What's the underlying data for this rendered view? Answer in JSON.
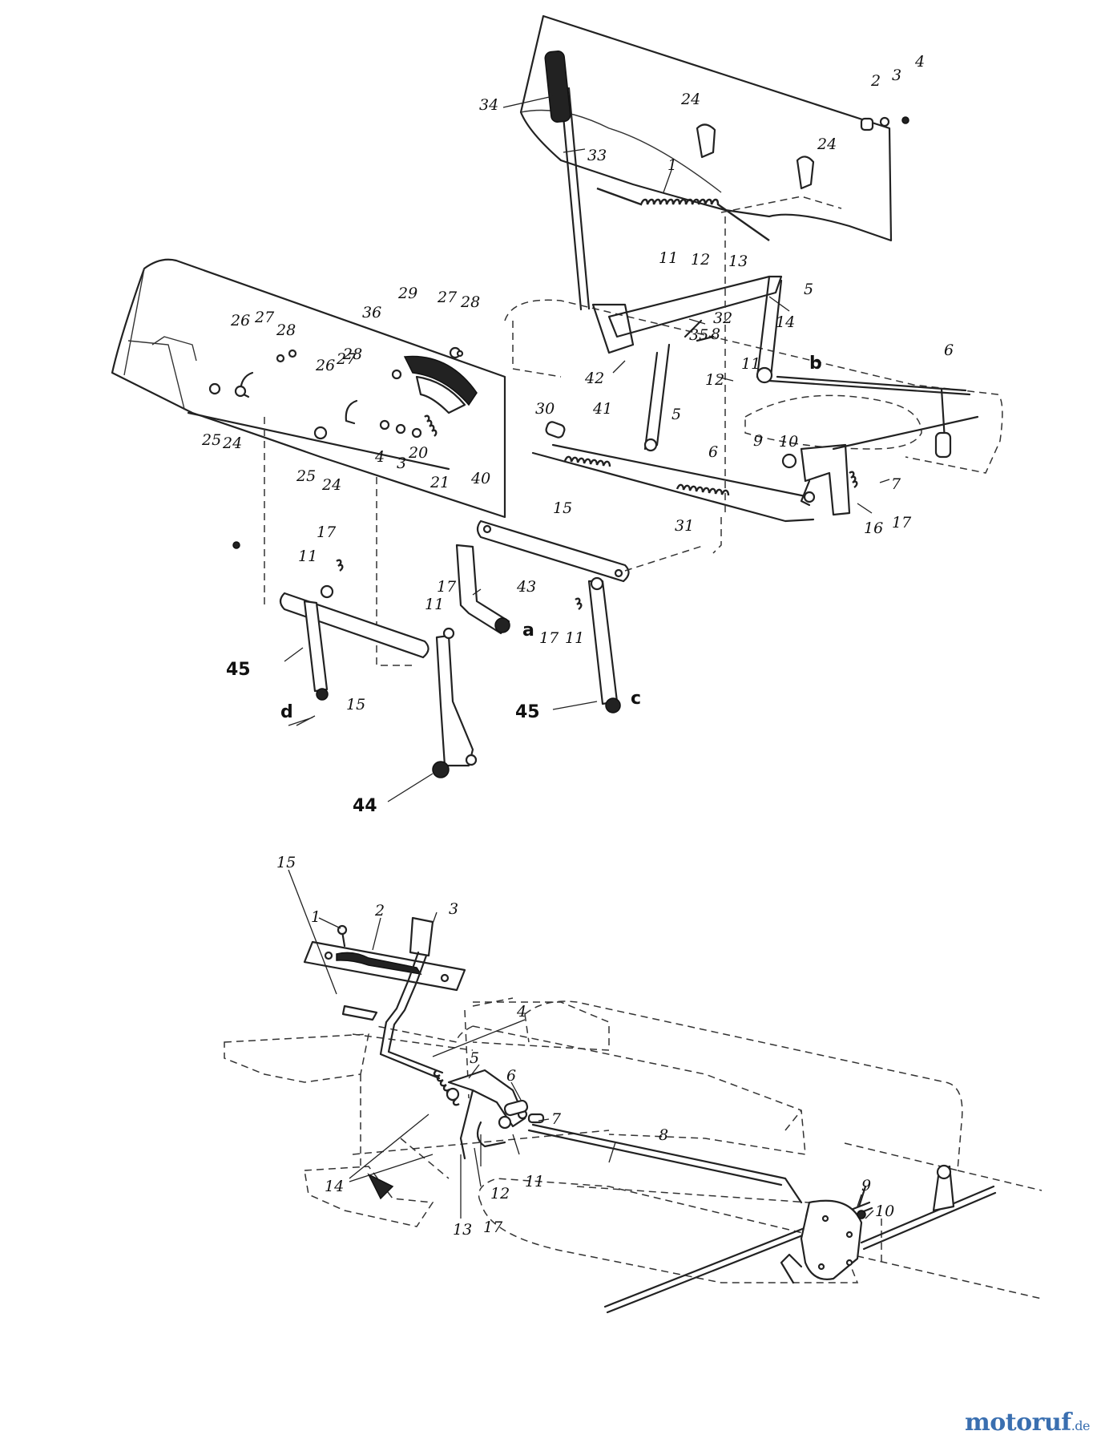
{
  "diagram": {
    "top_labels": [
      {
        "id": "t34",
        "text": "34"
      },
      {
        "id": "t33",
        "text": "33"
      },
      {
        "id": "t24a",
        "text": "24"
      },
      {
        "id": "t2",
        "text": "2"
      },
      {
        "id": "t3",
        "text": "3"
      },
      {
        "id": "t4",
        "text": "4"
      },
      {
        "id": "t24b",
        "text": "24"
      },
      {
        "id": "t1",
        "text": "1"
      },
      {
        "id": "t11a",
        "text": "11"
      },
      {
        "id": "t12a",
        "text": "12"
      },
      {
        "id": "t13",
        "text": "13"
      },
      {
        "id": "t5a",
        "text": "5"
      },
      {
        "id": "t32",
        "text": "32"
      },
      {
        "id": "t8",
        "text": "8"
      },
      {
        "id": "t14",
        "text": "14"
      },
      {
        "id": "t35",
        "text": "35"
      },
      {
        "id": "t12b",
        "text": "12"
      },
      {
        "id": "t11b",
        "text": "11"
      },
      {
        "id": "tb",
        "text": "b"
      },
      {
        "id": "t6a",
        "text": "6"
      },
      {
        "id": "t42",
        "text": "42"
      },
      {
        "id": "t41",
        "text": "41"
      },
      {
        "id": "t30",
        "text": "30"
      },
      {
        "id": "t5b",
        "text": "5"
      },
      {
        "id": "t6b",
        "text": "6"
      },
      {
        "id": "t9",
        "text": "9"
      },
      {
        "id": "t10",
        "text": "10"
      },
      {
        "id": "t7",
        "text": "7"
      },
      {
        "id": "t16",
        "text": "16"
      },
      {
        "id": "t17a",
        "text": "17"
      },
      {
        "id": "t31",
        "text": "31"
      },
      {
        "id": "t29",
        "text": "29"
      },
      {
        "id": "t27a",
        "text": "27"
      },
      {
        "id": "t28a",
        "text": "28"
      },
      {
        "id": "t36",
        "text": "36"
      },
      {
        "id": "t26a",
        "text": "26"
      },
      {
        "id": "t27b",
        "text": "27"
      },
      {
        "id": "t28b",
        "text": "28"
      },
      {
        "id": "t28c",
        "text": "28"
      },
      {
        "id": "t26b",
        "text": "26"
      },
      {
        "id": "t27c",
        "text": "27"
      },
      {
        "id": "t25a",
        "text": "25"
      },
      {
        "id": "t24c",
        "text": "24"
      },
      {
        "id": "t25b",
        "text": "25"
      },
      {
        "id": "t24d",
        "text": "24"
      },
      {
        "id": "t4b",
        "text": "4"
      },
      {
        "id": "t3b",
        "text": "3"
      },
      {
        "id": "t20",
        "text": "20"
      },
      {
        "id": "t21",
        "text": "21"
      },
      {
        "id": "t40",
        "text": "40"
      },
      {
        "id": "t15a",
        "text": "15"
      },
      {
        "id": "t43",
        "text": "43"
      },
      {
        "id": "t17b",
        "text": "17"
      },
      {
        "id": "t11c",
        "text": "11"
      },
      {
        "id": "t17c",
        "text": "17"
      },
      {
        "id": "t11d",
        "text": "11"
      },
      {
        "id": "t17d",
        "text": "17"
      },
      {
        "id": "t11e",
        "text": "11"
      },
      {
        "id": "ta",
        "text": "a"
      },
      {
        "id": "t45a",
        "text": "45"
      },
      {
        "id": "t15b",
        "text": "15"
      },
      {
        "id": "td",
        "text": "d"
      },
      {
        "id": "t44",
        "text": "44"
      },
      {
        "id": "t45b",
        "text": "45"
      },
      {
        "id": "tc",
        "text": "c"
      }
    ],
    "bottom_labels": [
      {
        "id": "b1",
        "text": "1"
      },
      {
        "id": "b2",
        "text": "2"
      },
      {
        "id": "b3",
        "text": "3"
      },
      {
        "id": "b15",
        "text": "15"
      },
      {
        "id": "b4",
        "text": "4"
      },
      {
        "id": "b5",
        "text": "5"
      },
      {
        "id": "b6",
        "text": "6"
      },
      {
        "id": "b7",
        "text": "7"
      },
      {
        "id": "b14",
        "text": "14"
      },
      {
        "id": "b12",
        "text": "12"
      },
      {
        "id": "b11",
        "text": "11"
      },
      {
        "id": "b8",
        "text": "8"
      },
      {
        "id": "b17",
        "text": "17"
      },
      {
        "id": "b13",
        "text": "13"
      },
      {
        "id": "b9",
        "text": "9"
      },
      {
        "id": "b10",
        "text": "10"
      }
    ]
  },
  "watermark": {
    "name": "motoruf",
    "suffix": ".de"
  }
}
